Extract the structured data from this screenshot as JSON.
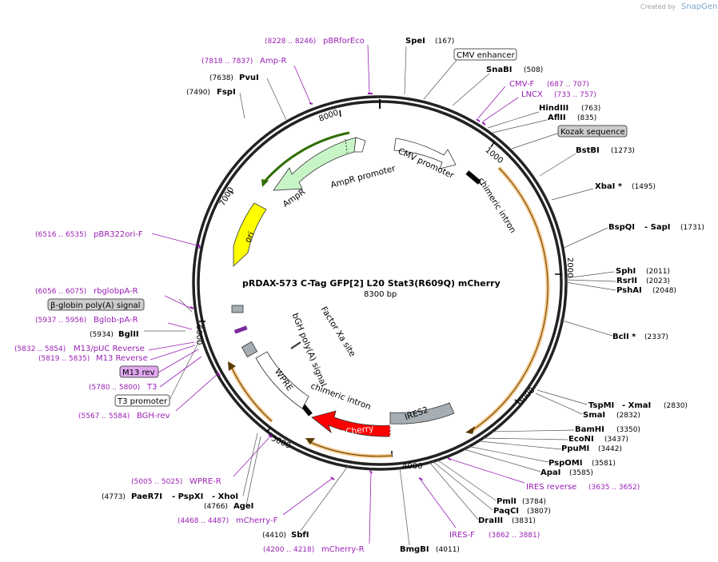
{
  "credit": {
    "prefix": "Created by",
    "brand": "SnapGene"
  },
  "plasmid": {
    "name": "pRDAX-573    C-Tag GFP[2] L20 Stat3(R609Q) mCherry",
    "size": "8300 bp"
  },
  "ticks": [
    "1000",
    "2000",
    "3000",
    "4000",
    "5000",
    "6000",
    "7000",
    "8000"
  ],
  "features": {
    "cmv_promoter": "CMV promoter",
    "chimeric_intron_1": "chimeric intron",
    "chimeric_intron_2": "chimeric intron",
    "ires2": "IRES2",
    "mcherry": "mCherry",
    "wpre": "WPRE",
    "bgh": "bGH poly(A) signal",
    "factor_xa": "Factor Xa site",
    "ori": "ori",
    "ampr": "AmpR",
    "ampr_promoter": "AmpR promoter"
  },
  "boxed": {
    "cmv_enhancer": "CMV enhancer",
    "kozak": "Kozak sequence",
    "globin": "β-globin poly(A) signal",
    "m13rev": "M13 rev",
    "t3prom": "T3 promoter"
  },
  "sites": {
    "spei": {
      "name": "SpeI",
      "pos": "(167)"
    },
    "snabi": {
      "name": "SnaBI",
      "pos": "(508)"
    },
    "hindiii": {
      "name": "HindIII",
      "pos": "(763)"
    },
    "aflii": {
      "name": "AflII",
      "pos": "(835)"
    },
    "bstbi": {
      "name": "BstBI",
      "pos": "(1273)"
    },
    "xbai": {
      "name": "XbaI *",
      "pos": "(1495)"
    },
    "bspqi": {
      "name": "BspQI",
      "name2": "- SapI",
      "pos": "(1731)"
    },
    "sphi": {
      "name": "SphI",
      "pos": "(2011)"
    },
    "rsrii": {
      "name": "RsrII",
      "pos": "(2023)"
    },
    "pshai": {
      "name": "PshAI",
      "pos": "(2048)"
    },
    "bcli": {
      "name": "BclI *",
      "pos": "(2337)"
    },
    "tspmi": {
      "name": "TspMI",
      "name2": "- XmaI",
      "pos": "(2830)"
    },
    "smai": {
      "name": "SmaI",
      "pos": "(2832)"
    },
    "bamhi": {
      "name": "BamHI",
      "pos": "(3350)"
    },
    "econi": {
      "name": "EcoNI",
      "pos": "(3437)"
    },
    "ppumi": {
      "name": "PpuMI",
      "pos": "(3442)"
    },
    "pspomi": {
      "name": "PspOMI",
      "pos": "(3581)"
    },
    "apai": {
      "name": "ApaI",
      "pos": "(3585)"
    },
    "pmli": {
      "name": "PmlI",
      "pos": "(3784)"
    },
    "paqci": {
      "name": "PaqCI",
      "pos": "(3807)"
    },
    "draiii": {
      "name": "DraIII",
      "pos": "(3831)"
    },
    "bmgbi": {
      "name": "BmgBI",
      "pos": "(4011)"
    },
    "sbfi": {
      "name": "SbfI",
      "pos": "(4410)"
    },
    "agei": {
      "name": "AgeI",
      "pos": "(4766)"
    },
    "paer7i": {
      "name": "PaeR7I",
      "name2": "- PspXI",
      "name3": "- XhoI",
      "pos": "(4773)"
    },
    "bglii": {
      "name": "BglII",
      "pos": "(5934)"
    },
    "fspi": {
      "name": "FspI",
      "pos": "(7490)"
    },
    "pvui": {
      "name": "PvuI",
      "pos": "(7638)"
    }
  },
  "primers": {
    "pbrforeco": {
      "name": "pBRforEco",
      "pos": "(8228 .. 8246)"
    },
    "ampr_r": {
      "name": "Amp-R",
      "pos": "(7818 .. 7837)"
    },
    "cmv_f": {
      "name": "CMV-F",
      "pos": "(687 .. 707)"
    },
    "lncx": {
      "name": "LNCX",
      "pos": "(733 .. 757)"
    },
    "pbr322ori_f": {
      "name": "pBR322ori-F",
      "pos": "(6516 .. 6535)"
    },
    "rbglobpa_r": {
      "name": "rbglobpA-R",
      "pos": "(6056 .. 6075)"
    },
    "bglobpa_r": {
      "name": "Bglob-pA-R",
      "pos": "(5937 .. 5956)"
    },
    "m13puc_rev": {
      "name": "M13/pUC Reverse",
      "pos": "(5832 .. 5854)"
    },
    "m13_rev": {
      "name": "M13 Reverse",
      "pos": "(5819 .. 5835)"
    },
    "t3": {
      "name": "T3",
      "pos": "(5780 .. 5800)"
    },
    "bgh_rev": {
      "name": "BGH-rev",
      "pos": "(5567 .. 5584)"
    },
    "wpre_r": {
      "name": "WPRE-R",
      "pos": "(5005 .. 5025)"
    },
    "mcherry_f": {
      "name": "mCherry-F",
      "pos": "(4468 .. 4487)"
    },
    "mcherry_r": {
      "name": "mCherry-R",
      "pos": "(4200 .. 4218)"
    },
    "ires_rev": {
      "name": "IRES reverse",
      "pos": "(3635 .. 3652)"
    },
    "ires_f": {
      "name": "IRES-F",
      "pos": "(3862 .. 3881)"
    }
  },
  "colors": {
    "ampr": "#c8f5c8",
    "ori": "#ffff00",
    "mcherry": "#ff0000",
    "ires2": "#a6aeb3",
    "orf": "#f7c98c",
    "primer": "#9a1fb5",
    "boxed_gray": "#cccccc",
    "boxed_purple": "#e0a8f0"
  }
}
